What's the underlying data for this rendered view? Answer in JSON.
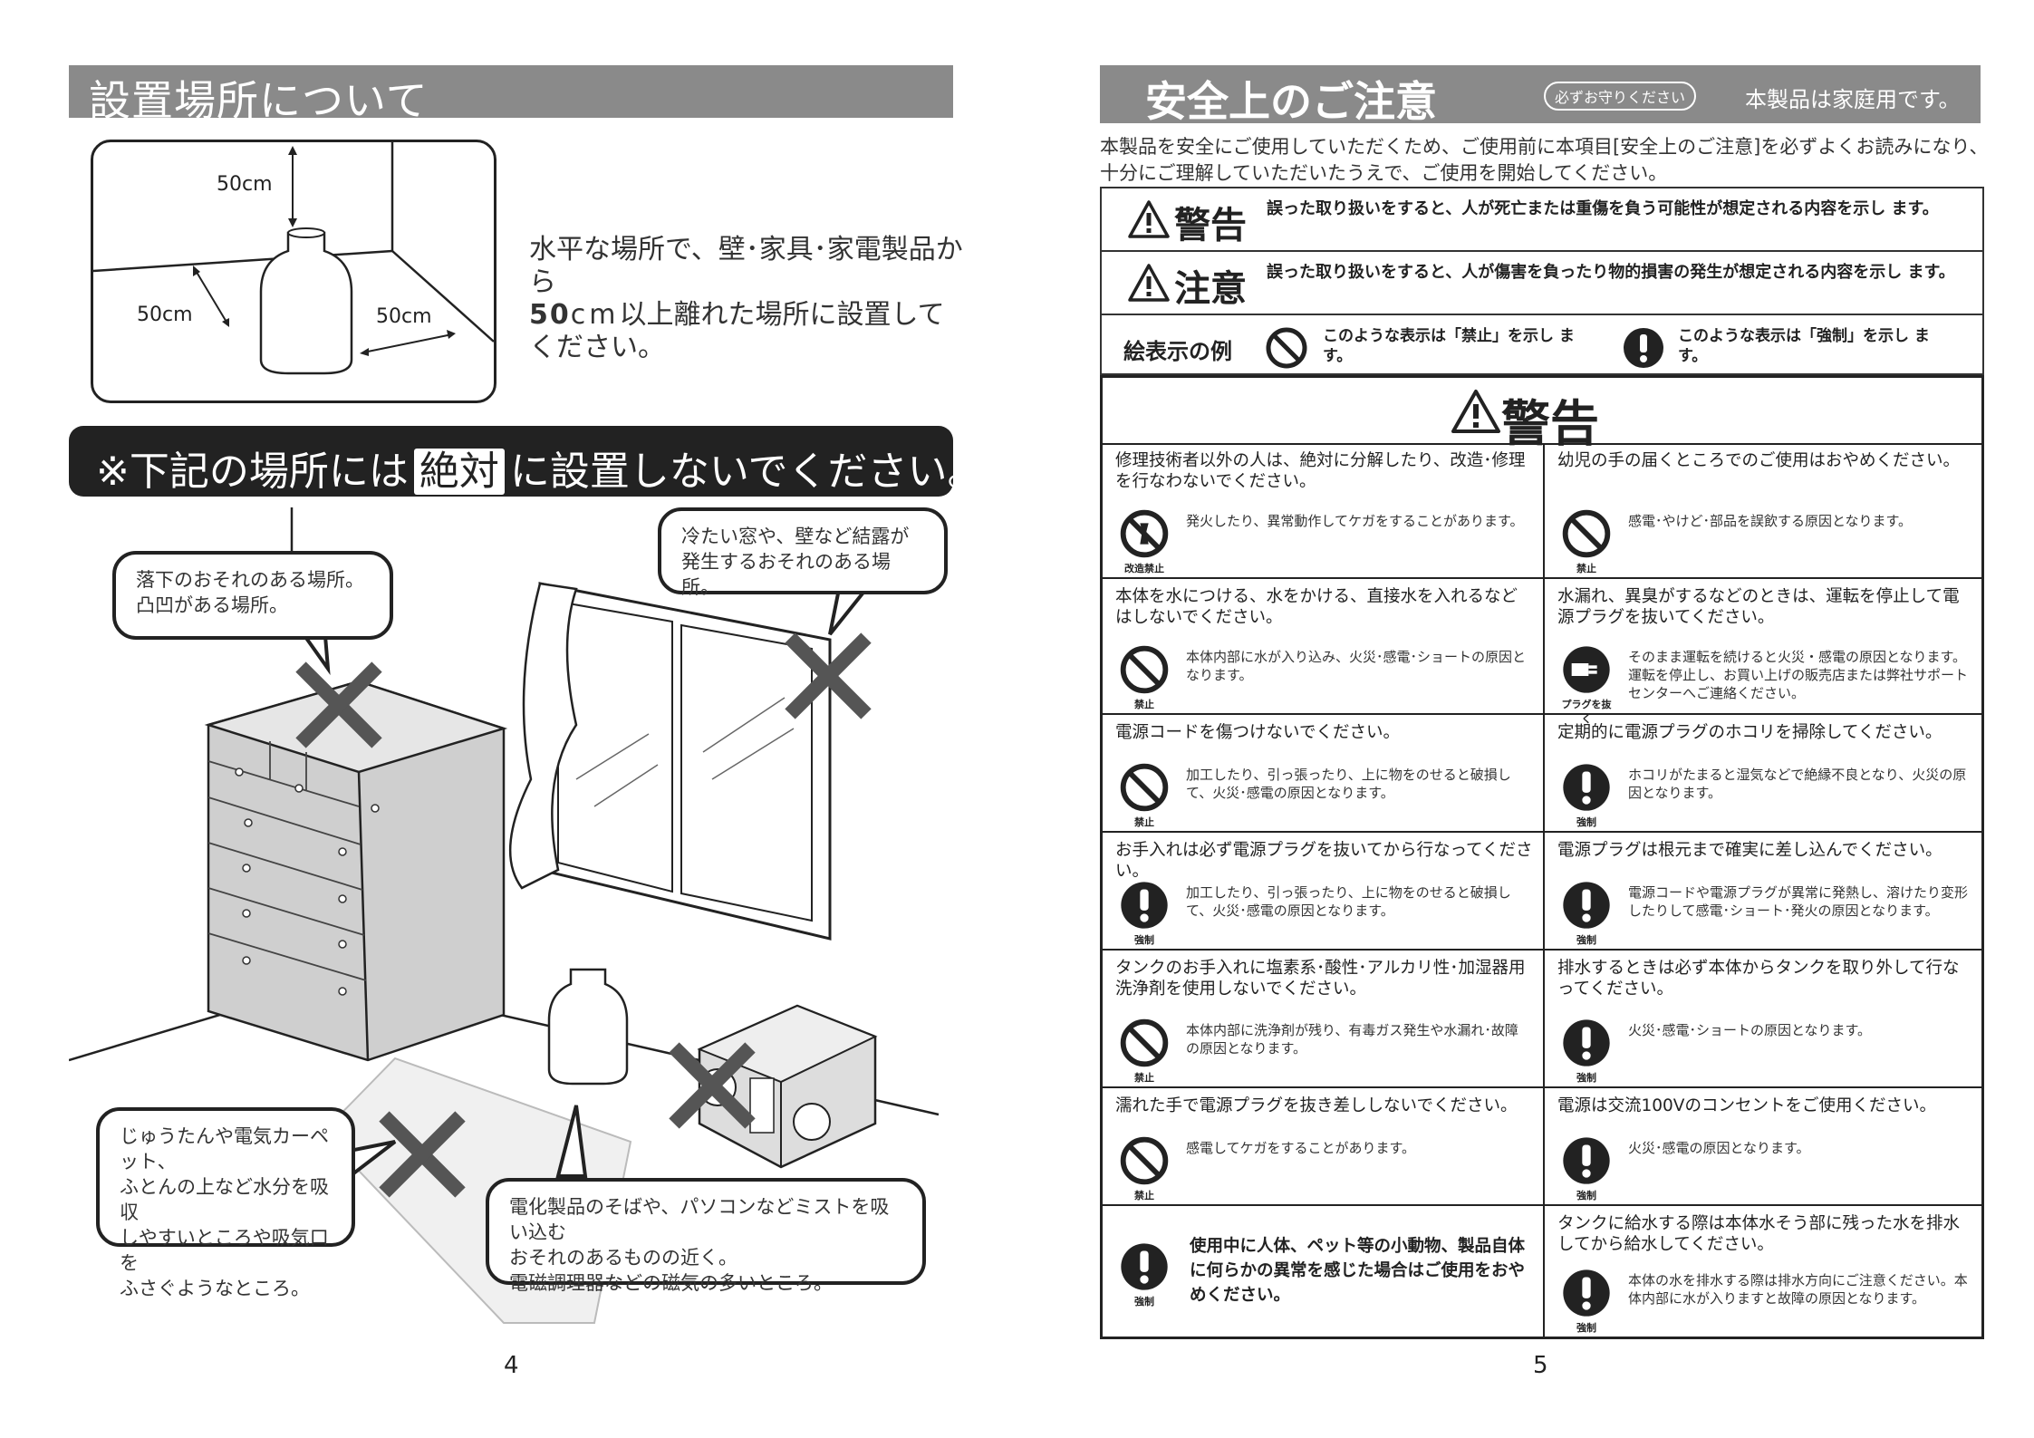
{
  "left": {
    "header": "設置場所について",
    "diagram": {
      "top": "50cm",
      "left": "50cm",
      "right": "50cm"
    },
    "intro": {
      "line1": "水平な場所で、壁･家具･家電製品から",
      "bold": "50",
      "unit": "cm",
      "line2_rest": "以上離れた場所に設置して",
      "line3": "ください。"
    },
    "banner": {
      "before": "※下記の場所には",
      "highlight": "絶対",
      "after": "に設置しないでください。"
    },
    "bubbles": {
      "fall": [
        "落下のおそれのある場所。",
        "凸凹がある場所。"
      ],
      "window": [
        "冷たい窓や、壁など結露が",
        "発生するおそれのある場所。"
      ],
      "carpet": [
        "じゅうたんや電気カーペット、",
        "ふとんの上など水分を吸収",
        "しやすいところや吸気口を",
        "ふさぐようなところ。"
      ],
      "electric": [
        "電化製品のそばや、パソコンなどミストを吸い込む",
        "おそれのあるものの近く。",
        "電磁調理器などの磁気の多いところ。"
      ]
    },
    "page_number": "4"
  },
  "right": {
    "header": {
      "title": "安全上のご注意",
      "pill": "必ずお守りください",
      "note": "本製品は家庭用です。"
    },
    "intro": [
      "本製品を安全にご使用していただくため、ご使用前に本項目[安全上のご注意]を必ずよくお読みになり、",
      "十分にご理解していただいたうえで、ご使用を開始してください。"
    ],
    "legend": {
      "warning": {
        "title": "警告",
        "desc": "誤った取り扱いをすると、人が死亡または重傷を負う可能性が想定される内容を示し ます。"
      },
      "caution": {
        "title": "注意",
        "desc": "誤った取り扱いをすると、人が傷害を負ったり物的損害の発生が想定される内容を示し ます。"
      },
      "example": {
        "title": "絵表示の例",
        "prohibit": "このような表示は「禁止」を示し ます。",
        "mandatory": "このような表示は「強制」を示し ます。"
      }
    },
    "table_title": "警告",
    "cells": [
      {
        "h": "修理技術者以外の人は、絶対に分解したり、改造･修理を行なわないでください。",
        "d": "発火したり、異常動作してケガをすることがあります。",
        "label": "改造禁止"
      },
      {
        "h": "幼児の手の届くところでのご使用はおやめください。",
        "d": "感電･やけど･部品を誤飲する原因となります。",
        "label": "禁止"
      },
      {
        "h": "本体を水につける、水をかける、直接水を入れるなどはしないでください。",
        "d": "本体内部に水が入り込み、火災･感電･ショートの原因となります。",
        "label": "禁止"
      },
      {
        "h": "水漏れ、異臭がするなどのときは、運転を停止して電源プラグを抜いてください。",
        "d": "そのまま運転を続けると火災・感電の原因となります。運転を停止し、お買い上げの販売店または弊社サポートセンターへご連絡ください。",
        "label": "プラグを抜く"
      },
      {
        "h": "電源コードを傷つけないでください。",
        "d": "加工したり、引っ張ったり、上に物をのせると破損して、火災･感電の原因となります。",
        "label": "禁止"
      },
      {
        "h": "定期的に電源プラグのホコリを掃除してください。",
        "d": "ホコリがたまると湿気などで絶縁不良となり、火災の原因となります。",
        "label": "強制"
      },
      {
        "h": "お手入れは必ず電源プラグを抜いてから行なってください。",
        "d": "加工したり、引っ張ったり、上に物をのせると破損して、火災･感電の原因となります。",
        "label": "強制"
      },
      {
        "h": "電源プラグは根元まで確実に差し込んでください。",
        "d": "電源コードや電源プラグが異常に発熱し、溶けたり変形したりして感電･ショート･発火の原因となります。",
        "label": "強制"
      },
      {
        "h": "タンクのお手入れに塩素系･酸性･アルカリ性･加湿器用洗浄剤を使用しないでください。",
        "d": "本体内部に洗浄剤が残り、有毒ガス発生や水漏れ･故障の原因となります。",
        "label": "禁止"
      },
      {
        "h": "排水するときは必ず本体からタンクを取り外して行なってください。",
        "d": "火災･感電･ショートの原因となります。",
        "label": "強制"
      },
      {
        "h": "濡れた手で電源プラグを抜き差ししないでください。",
        "d": "感電してケガをすることがあります。",
        "label": "禁止"
      },
      {
        "h": "電源は交流100Vのコンセントをご使用ください。",
        "d": "火災･感電の原因となります。",
        "label": "強制"
      },
      {
        "h": "",
        "d": "使用中に人体、ペット等の小動物、製品自体に何らかの異常を感じた場合はご使用をおやめください。",
        "label": "強制"
      },
      {
        "h": "タンクに給水する際は本体水そう部に残った水を排水してから給水してください。",
        "d": "本体の水を排水する際は排水方向にご注意ください。本体内部に水が入りますと故障の原因となります。",
        "label": "強制"
      }
    ],
    "page_number": "5"
  },
  "colors": {
    "header_gray": "#8a8a8a",
    "banner_dark": "#222222",
    "x_mark": "#555555"
  },
  "icons": [
    "no-disassembly-icon",
    "prohibit-icon",
    "mandatory-icon",
    "unplug-icon",
    "warning-triangle-icon"
  ]
}
